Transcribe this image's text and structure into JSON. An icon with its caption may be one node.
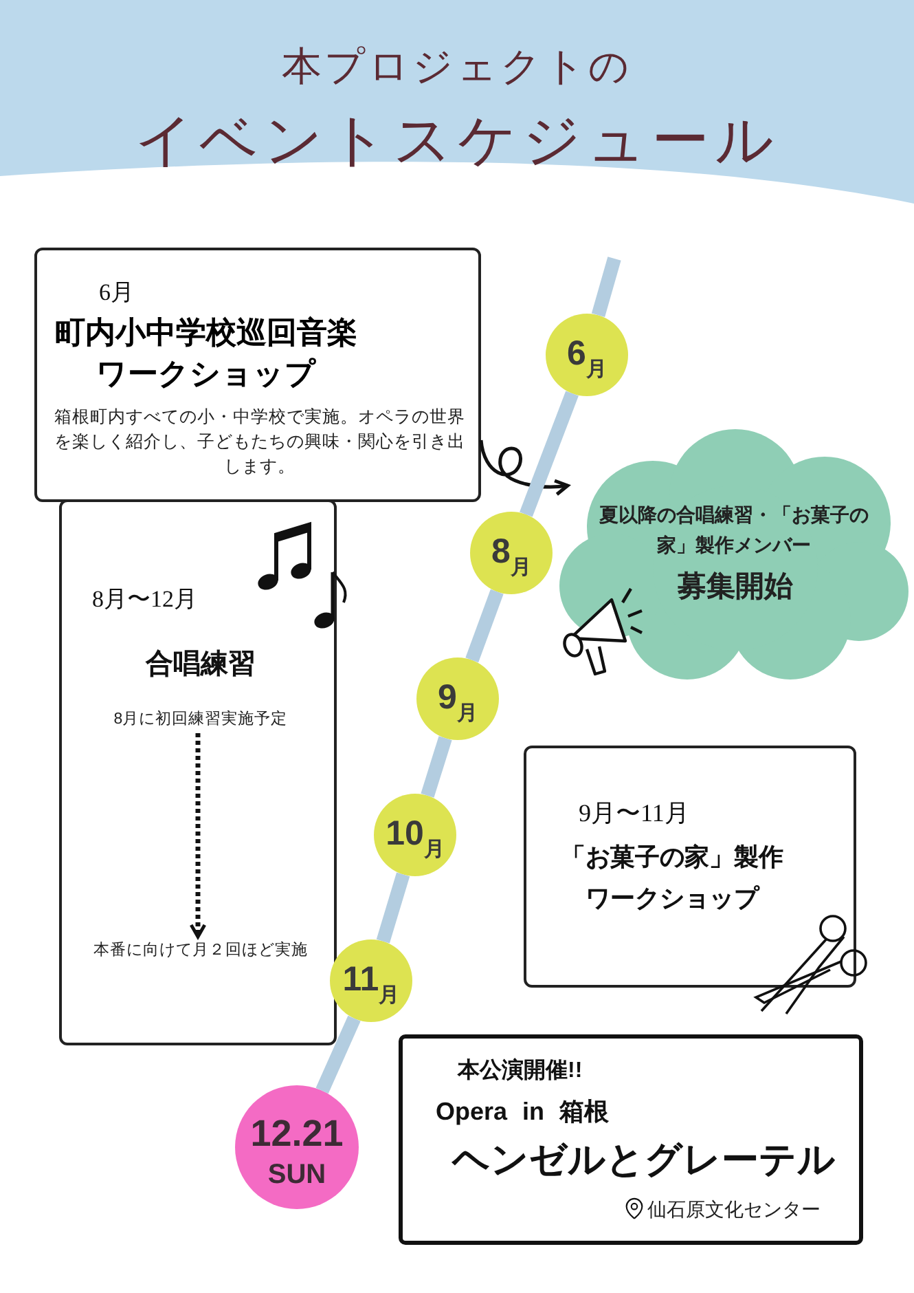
{
  "diagram": {
    "title": "イベントスケジュール",
    "nodes": [
      {
        "text": [
          "6月",
          "町内小中学校巡回音楽ワークショップ",
          "箱根町内すべての小・中学校で実施。オペラの世界を楽しく紹介し、子どもたちの興味・関心を引き出します。"
        ]
      },
      {
        "text": [
          "6$_{月}$"
        ]
      },
      {
        "text": [
          "夏以降の合唱練習・「お菓子の家」製作メンバー",
          "募集開始"
        ]
      },
      {
        "text": [
          "8$_{月}$"
        ]
      },
      {
        "text": [
          "8月〜12月",
          "合唱練習"
        ]
      },
      {
        "text": [
          "8月に初回練習実施予定"
        ],
        "in": 4
      },
      {
        "text": [
          "本番に向けて月２回ほど実施"
        ],
        "in": 4
      },
      {
        "text": [
          "9$_{月}$"
        ]
      },
      {
        "text": [
          "9月〜11月",
          "「お菓子の家」製作ワークショップ"
        ]
      },
      {
        "text": [
          "10$_{月}$"
        ]
      },
      {
        "text": [
          "11$_{月}$"
        ]
      },
      {
        "text": [
          "12.21",
          "SUN"
        ]
      },
      {
        "text": [
          "本公演開催!!",
          "Opera in 箱根",
          "ヘンゼルとグレーテル",
          "仙石原文化センター"
        ]
      }
    ],
    "edges": [
      {
        "from": 0,
        "to": 2,
        "arrow": "to",
        "color": "#111111"
      },
      {
        "from": null,
        "to": 1,
        "arrow": "none"
      },
      {
        "from": 1,
        "to": 3,
        "arrow": "none"
      },
      {
        "from": 3,
        "to": 7,
        "arrow": "none"
      },
      {
        "from": 7,
        "to": 9,
        "arrow": "none"
      },
      {
        "from": 9,
        "to": 10,
        "arrow": "none"
      },
      {
        "from": 10,
        "to": 11,
        "arrow": "none"
      },
      {
        "from": 5,
        "to": 6,
        "arrow": "to",
        "style": "dashed",
        "color": "#111111"
      }
    ],
    "labels": [
      "本プロジェクトの"
    ]
  }
}
